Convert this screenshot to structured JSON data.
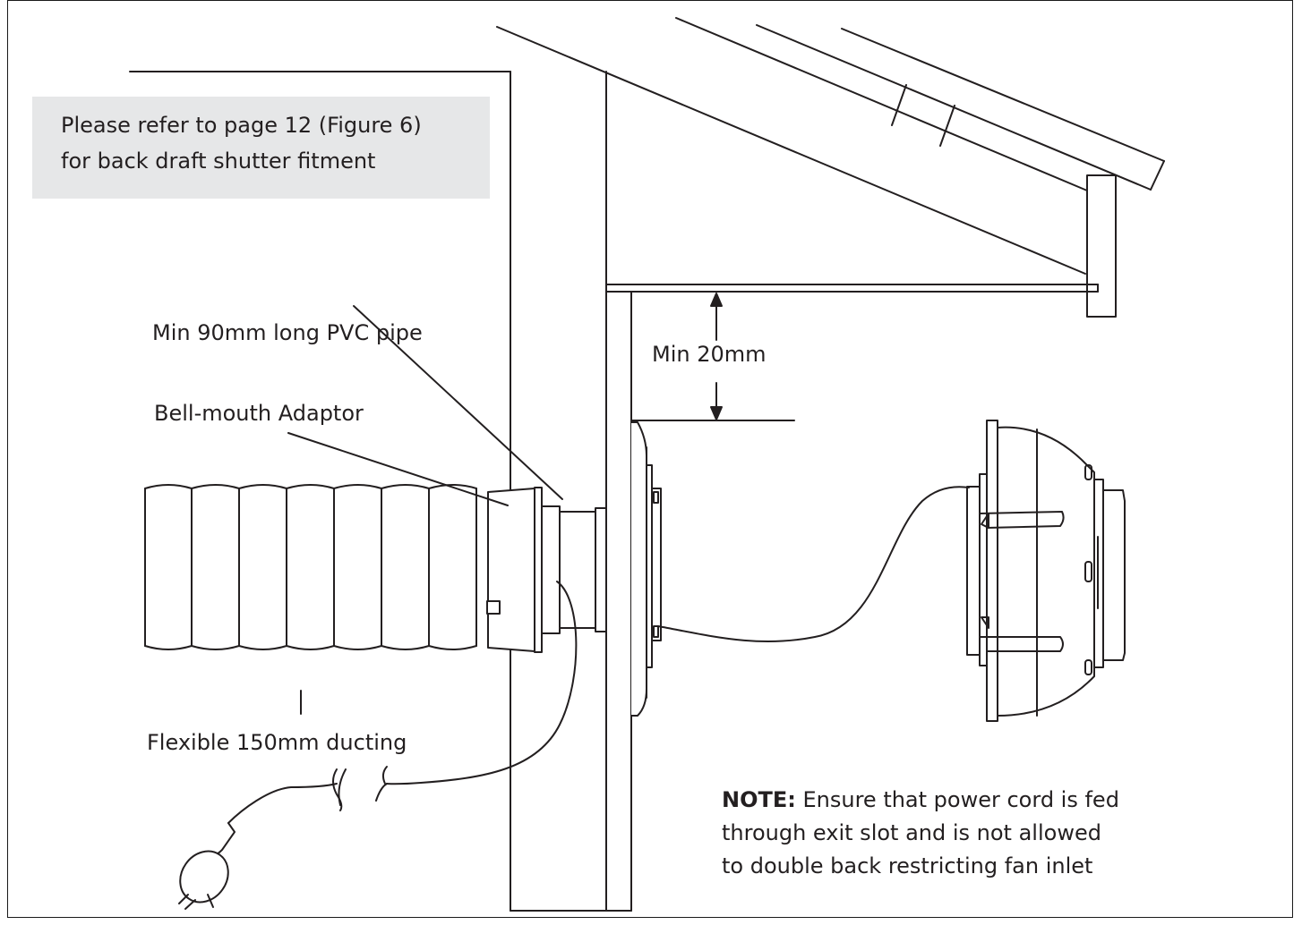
{
  "reference_note": {
    "line1": "Please refer to page 12 (Figure 6)",
    "line2": "for back draft shutter fitment"
  },
  "labels": {
    "pvc_pipe": "Min 90mm long PVC pipe",
    "bell_mouth": "Bell-mouth Adaptor",
    "ducting": "Flexible 150mm ducting",
    "clearance": "Min 20mm"
  },
  "power_note": {
    "heading": "NOTE:",
    "line1": " Ensure that power cord is fed",
    "line2": "through exit slot and is not allowed",
    "line3": "to double back restricting fan inlet"
  },
  "icons": [
    "plug-icon",
    "arrow-up-icon",
    "arrow-down-icon"
  ],
  "colors": {
    "line": "#231f20",
    "note_fill": "#e6e7e8"
  }
}
